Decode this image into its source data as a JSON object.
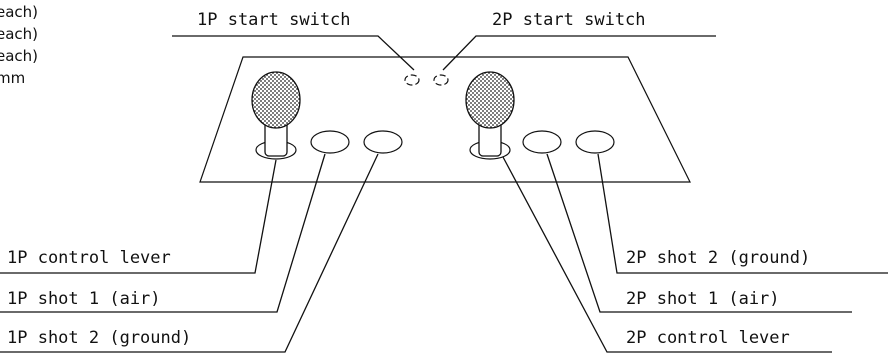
{
  "side_notes": [
    "each)",
    "each)",
    "each)",
    "mm"
  ],
  "labels": {
    "p1_start": "1P start switch",
    "p2_start": "2P start switch",
    "p1_lever": "1P control lever",
    "p1_shot1": "1P shot 1 (air)",
    "p1_shot2": "1P shot 2 (ground)",
    "p2_shot2": "2P shot 2 (ground)",
    "p2_shot1": "2P shot 1 (air)",
    "p2_lever": "2P control lever"
  }
}
